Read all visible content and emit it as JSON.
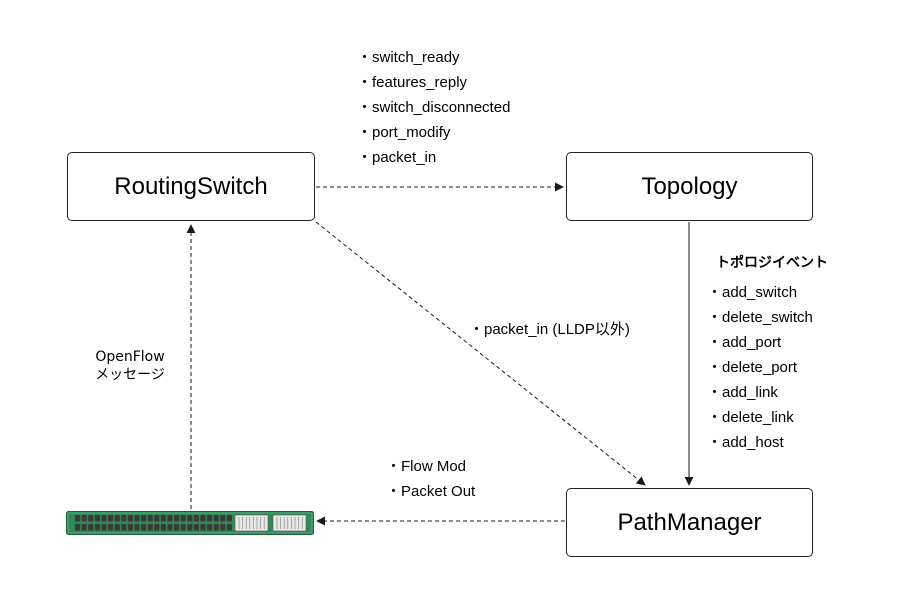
{
  "nodes": {
    "routing_switch": "RoutingSwitch",
    "topology": "Topology",
    "path_manager": "PathManager"
  },
  "switch_events": [
    "・switch_ready",
    "・features_reply",
    "・switch_disconnected",
    "・port_modify",
    "・packet_in"
  ],
  "topology_events": {
    "title": "トポロジイベント",
    "items": [
      "・add_switch",
      "・delete_switch",
      "・add_port",
      "・delete_port",
      "・add_link",
      "・delete_link",
      "・add_host"
    ]
  },
  "packet_in_label": "・packet_in (LLDP以外)",
  "flow_actions": [
    "・Flow Mod",
    "・Packet Out"
  ],
  "openflow_label": {
    "line1": "OpenFlow",
    "line2": "メッセージ"
  },
  "colors": {
    "line": "#1a1a1a",
    "switch_body": "#2f8a55",
    "switch_port": "#3a3a3a"
  },
  "icons": {
    "hardware_switch": "network-switch-icon"
  }
}
